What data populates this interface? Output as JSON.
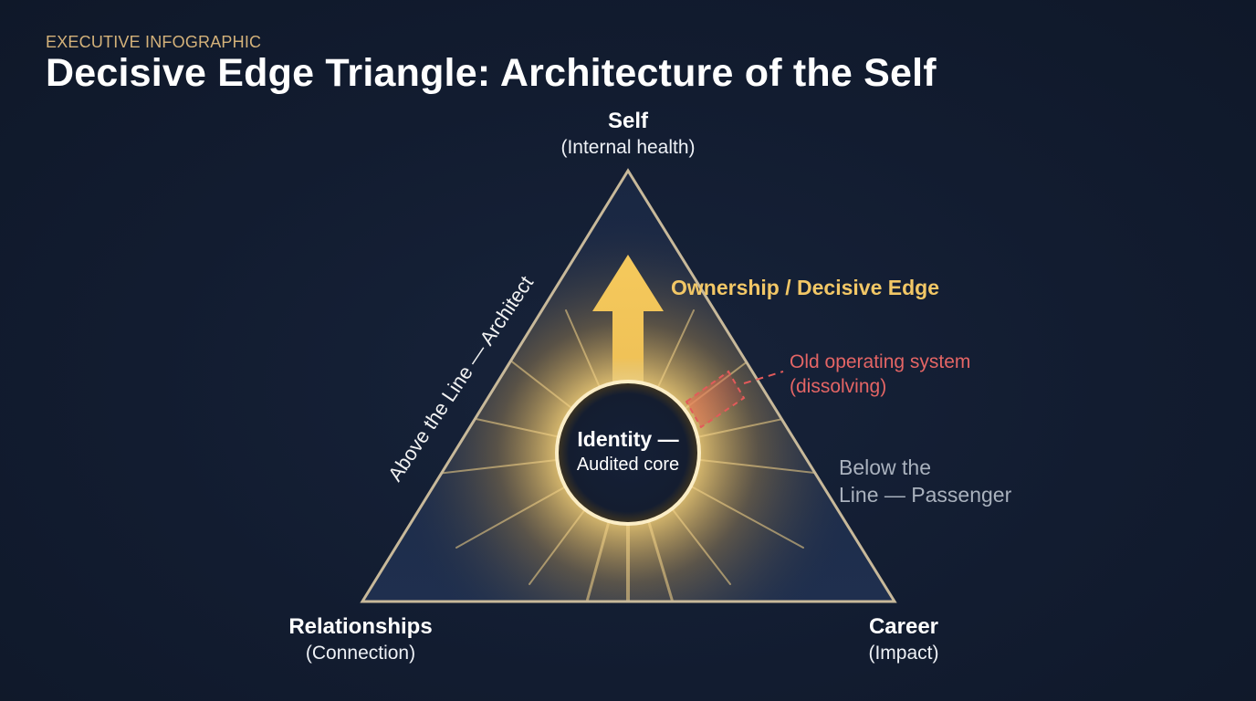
{
  "header": {
    "kicker": "EXECUTIVE INFOGRAPHIC",
    "title": "Decisive Edge Triangle: Architecture of the Self"
  },
  "vertices": {
    "top": {
      "name": "Self",
      "sub": "(Internal health)"
    },
    "bottom_left": {
      "name": "Relationships",
      "sub": "(Connection)"
    },
    "bottom_right": {
      "name": "Career",
      "sub": "(Impact)"
    }
  },
  "core": {
    "line1": "Identity —",
    "line2": "Audited core"
  },
  "annotations": {
    "ownership": "Ownership / Decisive Edge",
    "old_os_line1": "Old operating system",
    "old_os_line2": "(dissolving)",
    "below_line1": "Below the",
    "below_line2": "Line — Passenger",
    "above": "Above the Line — Architect"
  },
  "colors": {
    "background": "#121c30",
    "triangle_fill": "#1d2b47",
    "triangle_stroke": "#c8b99a",
    "gold": "#f2c766",
    "kicker": "#d4b27a",
    "red": "#e46565",
    "grey_text": "#a9b1bd"
  },
  "icons": {
    "arrow": "up-arrow-icon",
    "core": "eclipse-core-icon",
    "dissolving_block": "dashed-block-icon"
  }
}
